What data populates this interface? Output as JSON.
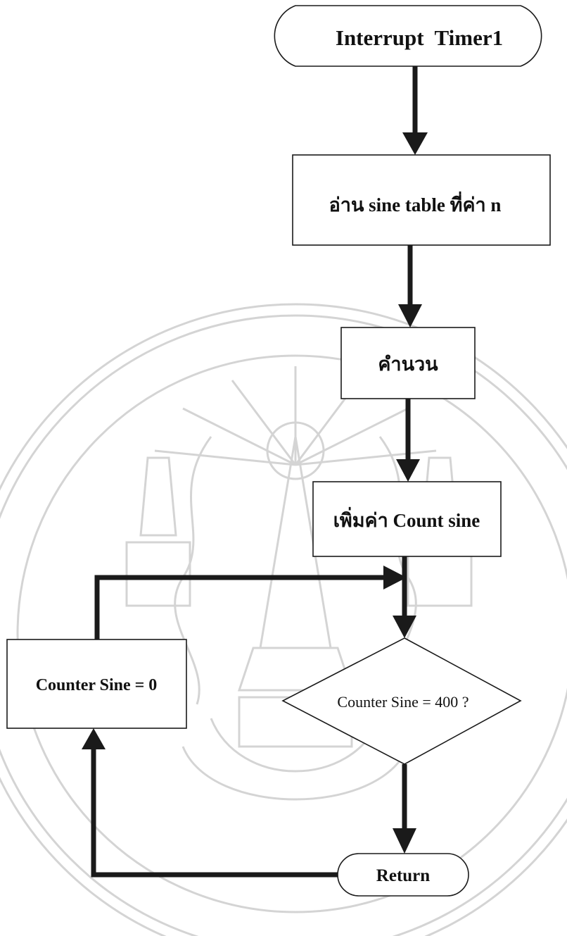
{
  "diagram": {
    "nodes": {
      "start": {
        "label": "Interrupt  Timer1",
        "shape": "terminator"
      },
      "read_sine": {
        "label": "อ่าน sine table ที่ค่า n",
        "shape": "process"
      },
      "calculate": {
        "label": "คำนวน",
        "shape": "process"
      },
      "increment": {
        "label": "เพิ่มค่า Count sine",
        "shape": "process"
      },
      "decision": {
        "label": "Counter Sine = 400 ?",
        "shape": "decision"
      },
      "reset": {
        "label": "Counter Sine = 0",
        "shape": "process"
      },
      "end": {
        "label": "Return",
        "shape": "terminator"
      }
    },
    "edges": [
      {
        "from": "start",
        "to": "read_sine"
      },
      {
        "from": "read_sine",
        "to": "calculate"
      },
      {
        "from": "calculate",
        "to": "increment"
      },
      {
        "from": "increment",
        "to": "decision"
      },
      {
        "from": "decision",
        "to": "end"
      },
      {
        "from": "end",
        "to": "reset"
      },
      {
        "from": "reset",
        "to": "decision"
      }
    ]
  },
  "colors": {
    "line": "#1a1a1a",
    "watermark": "#d0d0d0",
    "background": "#ffffff"
  }
}
